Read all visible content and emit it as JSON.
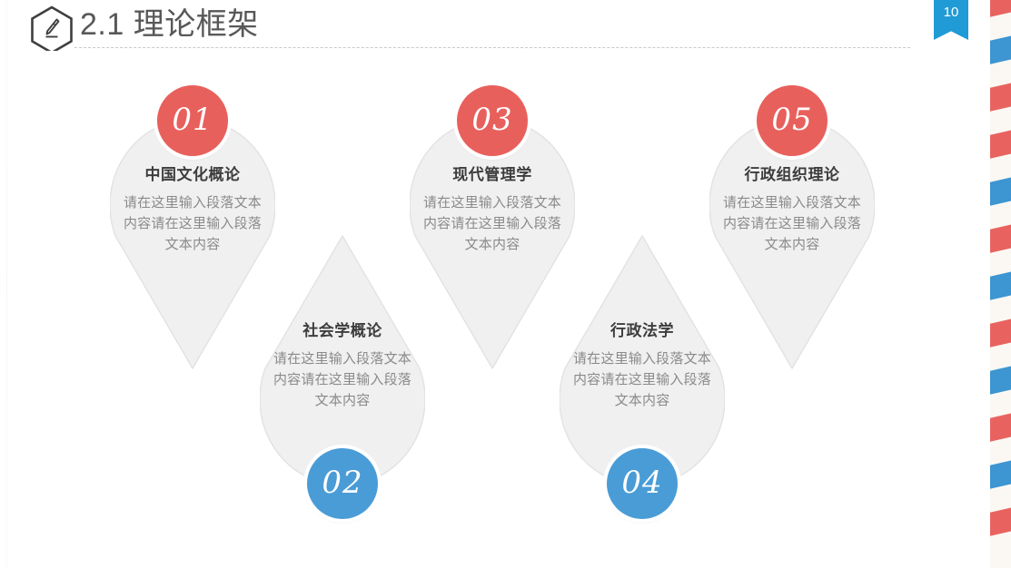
{
  "header": {
    "icon": "pencil-hexagon-icon",
    "title": "2.1 理论框架",
    "page_number": "10"
  },
  "theme": {
    "red": "#e8605c",
    "blue": "#4a9cd6",
    "ribbon_blue": "#209bd6",
    "drop_fill": "#f0f0f0",
    "drop_border": "#e0e0e0",
    "title_color": "#585858"
  },
  "items": [
    {
      "number": "01",
      "title": "中国文化概论",
      "body": "请在这里输入段落文本内容请在这里输入段落文本内容",
      "color": "red",
      "direction": "down"
    },
    {
      "number": "02",
      "title": "社会学概论",
      "body": "请在这里输入段落文本内容请在这里输入段落文本内容",
      "color": "blue",
      "direction": "up"
    },
    {
      "number": "03",
      "title": "现代管理学",
      "body": "请在这里输入段落文本内容请在这里输入段落文本内容",
      "color": "red",
      "direction": "down"
    },
    {
      "number": "04",
      "title": "行政法学",
      "body": "请在这里输入段落文本内容请在这里输入段落文本内容",
      "color": "blue",
      "direction": "up"
    },
    {
      "number": "05",
      "title": "行政组织理论",
      "body": "请在这里输入段落文本内容请在这里输入段落文本内容",
      "color": "red",
      "direction": "down"
    }
  ],
  "decoration": {
    "stripe_pattern": [
      "red",
      "blue",
      "red",
      "red",
      "blue",
      "red",
      "blue",
      "red",
      "blue",
      "red",
      "blue",
      "red"
    ]
  }
}
